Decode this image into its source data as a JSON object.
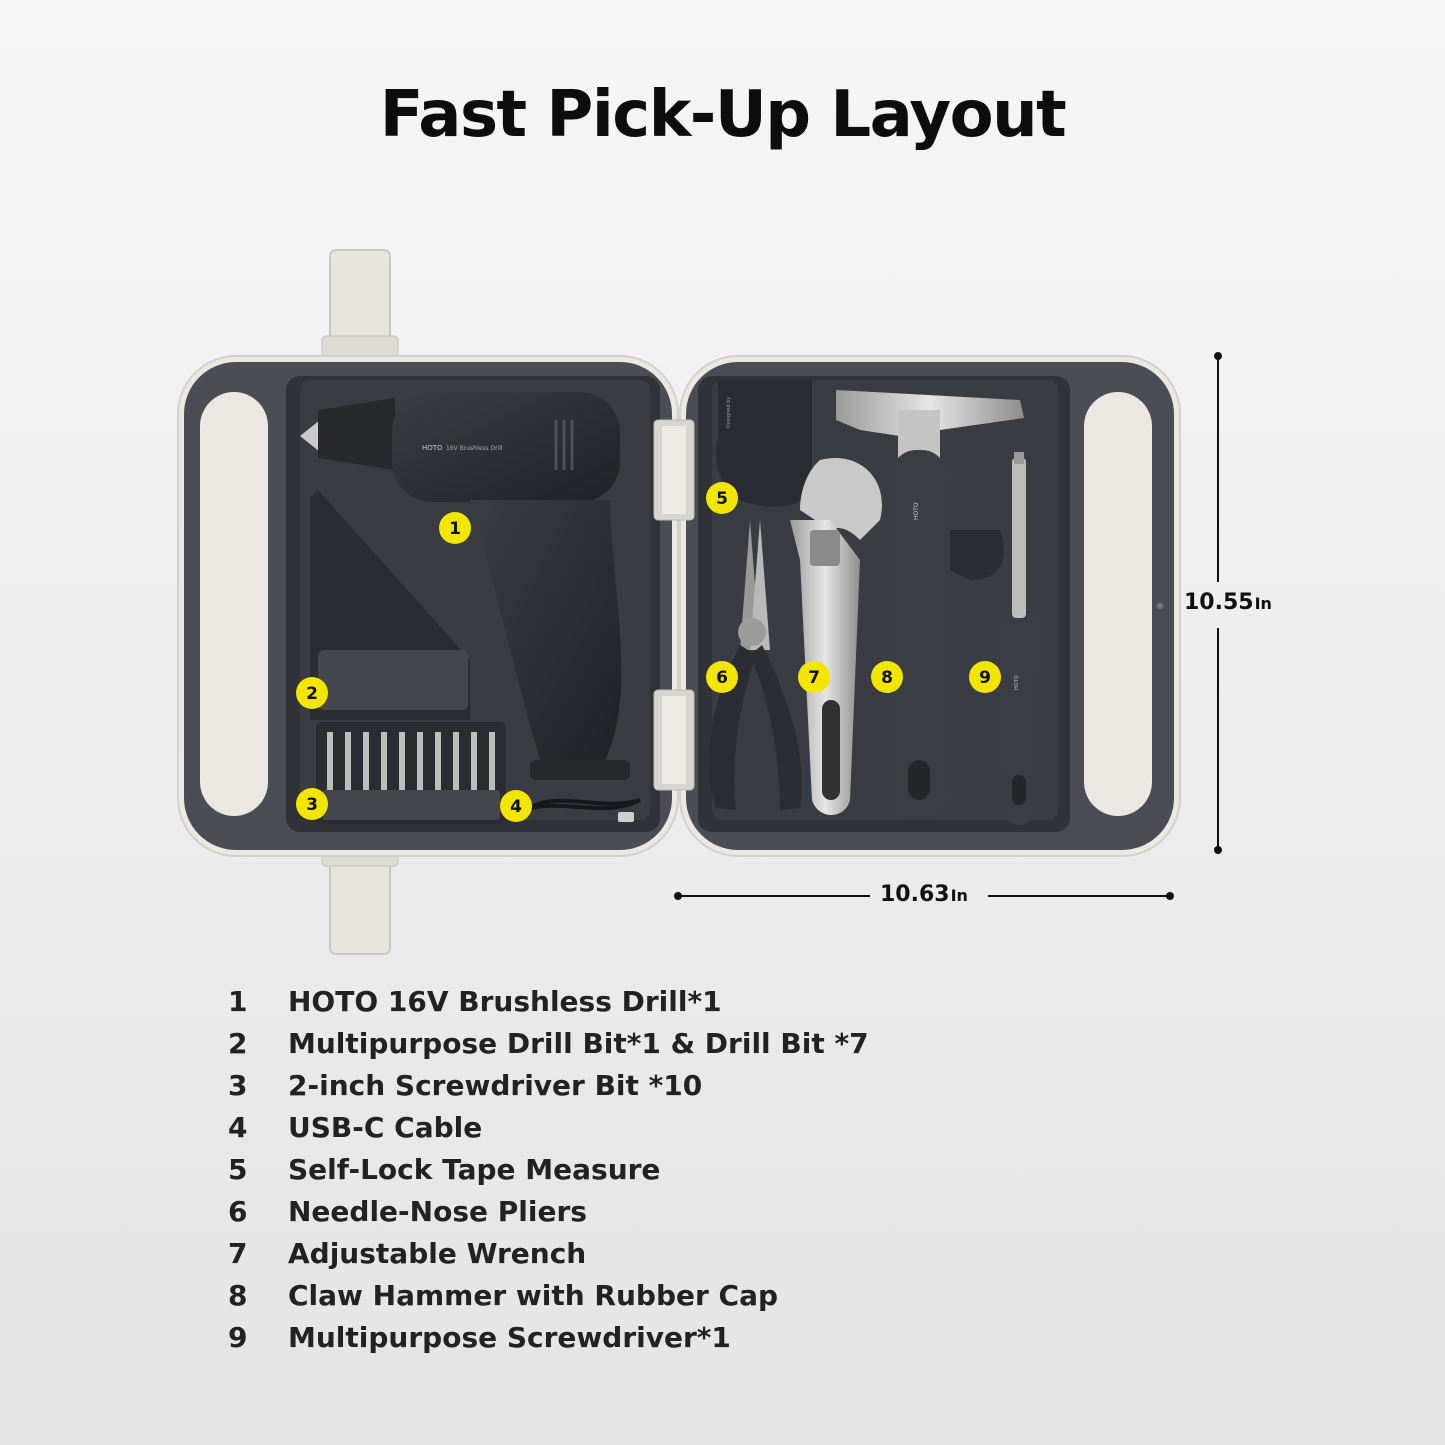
{
  "title": "Fast Pick-Up Layout",
  "brand": "HOTO",
  "drill_label": "16V Brushless Drill",
  "designed_by": "Designed by",
  "callouts": [
    "1",
    "2",
    "3",
    "4",
    "5",
    "6",
    "7",
    "8",
    "9"
  ],
  "dimensions": {
    "height_value": "10.55",
    "height_unit": "In",
    "width_value": "10.63",
    "width_unit": "In"
  },
  "items": [
    {
      "num": "1",
      "label": "HOTO 16V Brushless Drill*1"
    },
    {
      "num": "2",
      "label": "Multipurpose Drill Bit*1 & Drill Bit *7"
    },
    {
      "num": "3",
      "label": "2-inch Screwdriver Bit *10"
    },
    {
      "num": "4",
      "label": "USB-C Cable"
    },
    {
      "num": "5",
      "label": "Self-Lock Tape Measure"
    },
    {
      "num": "6",
      "label": "Needle-Nose Pliers"
    },
    {
      "num": "7",
      "label": "Adjustable Wrench"
    },
    {
      "num": "8",
      "label": "Claw Hammer with Rubber Cap"
    },
    {
      "num": "9",
      "label": "Multipurpose Screwdriver*1"
    }
  ],
  "colors": {
    "callout_fill": "#f2e600",
    "case_shell": "#eae7e2",
    "case_tray": "#4b4e55",
    "tool_dark": "#2d3036",
    "metal": "#c9c9c9"
  }
}
